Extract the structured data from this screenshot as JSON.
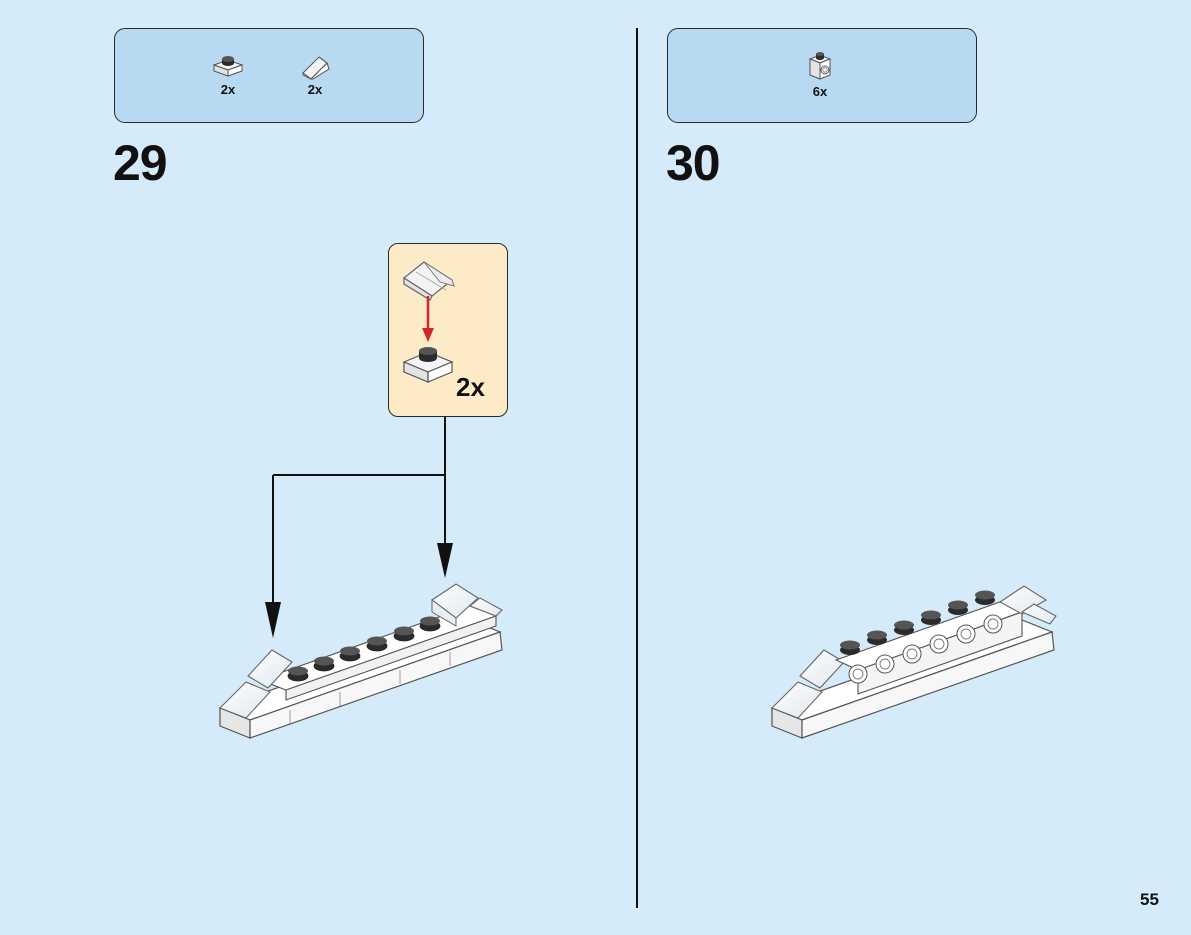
{
  "step_29": {
    "number": "29",
    "parts": [
      {
        "icon": "plate-1x1-stud-icon",
        "qty": "2x"
      },
      {
        "icon": "slope-brick-icon",
        "qty": "2x"
      }
    ],
    "callout_qty": "2x"
  },
  "step_30": {
    "number": "30",
    "parts": [
      {
        "icon": "brick-with-side-stud-icon",
        "qty": "6x"
      }
    ]
  },
  "page_number": "55",
  "colors": {
    "background": "#d5ebf9",
    "parts_box": "#b8d9f2",
    "callout": "#fdebc8",
    "arrow_red": "#d0262d"
  }
}
